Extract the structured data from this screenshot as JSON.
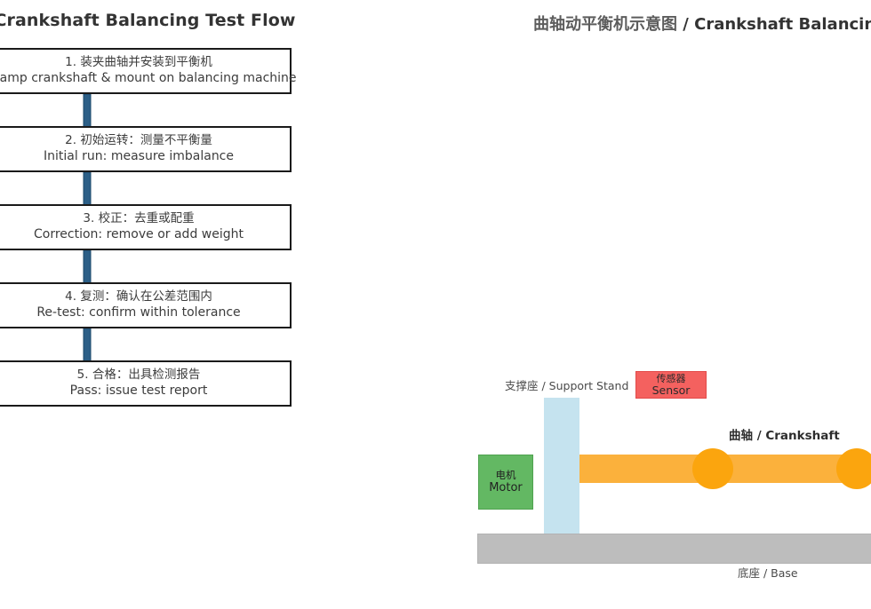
{
  "flow": {
    "title": "Crankshaft Balancing Test Flow",
    "title_full": "曲轴动平衡检测流程 Crankshaft Balancing Test Flow",
    "arrow_color": "#2c5f87",
    "box_border_color": "#1a1a1a",
    "steps": [
      {
        "number": "1.",
        "cn": "1. 装夹曲轴并安装到平衡机",
        "en": "Clamp crankshaft & mount on balancing machine"
      },
      {
        "number": "2.",
        "cn": "2. 初始运转：测量不平衡量",
        "en": "Initial run: measure imbalance"
      },
      {
        "number": "3.",
        "cn": "3. 校正：去重或配重",
        "en": "Correction: remove or add weight"
      },
      {
        "number": "4.",
        "cn": "4. 复测：确认在公差范围内",
        "en": "Re-test: confirm within tolerance"
      },
      {
        "number": "5.",
        "cn": "5. 合格：出具检测报告",
        "en": "Pass: issue test report"
      }
    ]
  },
  "machine": {
    "title_cn": "曲轴动平衡机示意图",
    "title_separator": " / ",
    "title_en": "Crankshaft Balancing",
    "parts": {
      "base": {
        "label_cn": "底座",
        "label_en": "Base",
        "label": "底座 / Base",
        "color": "#bdbdbd"
      },
      "support_stand": {
        "label_cn": "支撑座",
        "label_en": "Support Stand",
        "label": "支撑座 / Support Stand",
        "color": "#c5e3ef"
      },
      "motor": {
        "label_cn": "电机",
        "label_en": "Motor",
        "color": "#63b863"
      },
      "sensor": {
        "label_cn": "传感器",
        "label_en": "Sensor",
        "color": "#f4615f"
      },
      "crankshaft": {
        "label_cn": "曲轴",
        "label_en": "Crankshaft",
        "label": "曲轴 / Crankshaft",
        "shaft_color": "#fbb13c",
        "weight_color": "#fba50e"
      }
    }
  }
}
